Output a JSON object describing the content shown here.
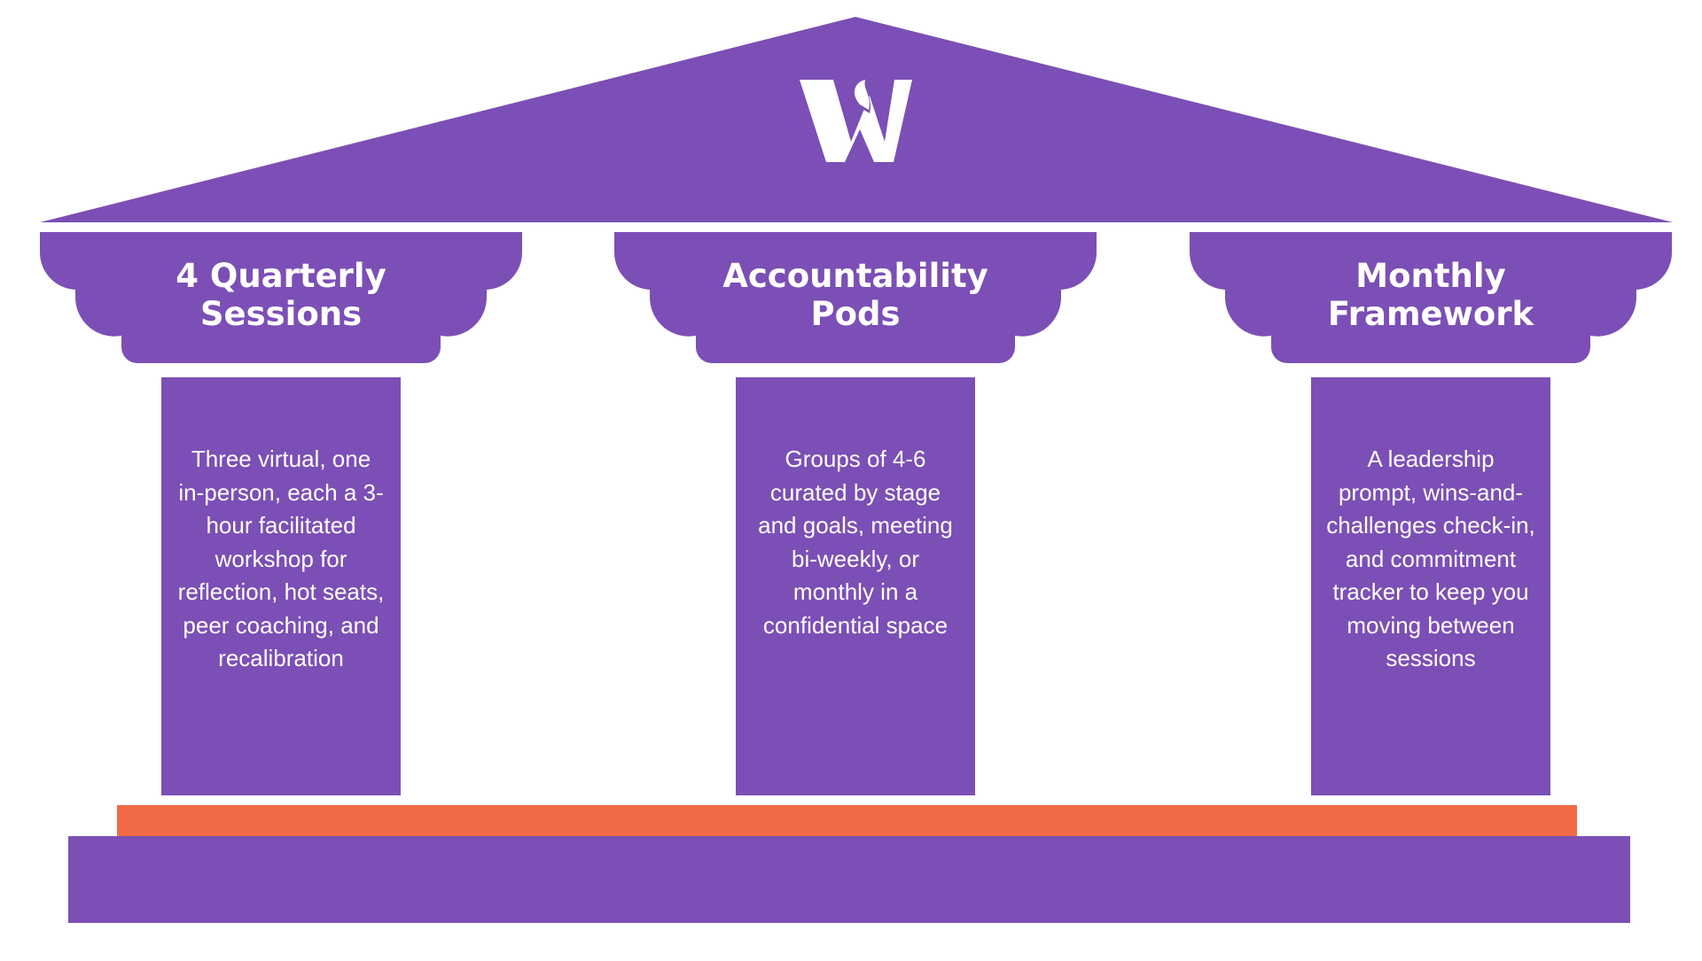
{
  "colors": {
    "purple": "#7b4fb5",
    "orange": "#f26a45",
    "background": "#ffffff",
    "text": "#ffffff"
  },
  "roof": {
    "logo_icon": "w-flame-logo-icon"
  },
  "pillars": [
    {
      "title_lines": [
        "4 Quarterly",
        "Sessions"
      ],
      "description": "Three virtual, one in-person, each a 3-hour facilitated workshop for reflection, hot seats, peer coaching, and recalibration"
    },
    {
      "title_lines": [
        "Accountability",
        "Pods"
      ],
      "description": "Groups of 4-6 curated by stage and goals, meeting bi-weekly, or monthly in a confidential space"
    },
    {
      "title_lines": [
        "Monthly",
        "Framework"
      ],
      "description": "A leadership prompt, wins-and-challenges check-in, and commitment tracker to keep you moving between sessions"
    }
  ]
}
